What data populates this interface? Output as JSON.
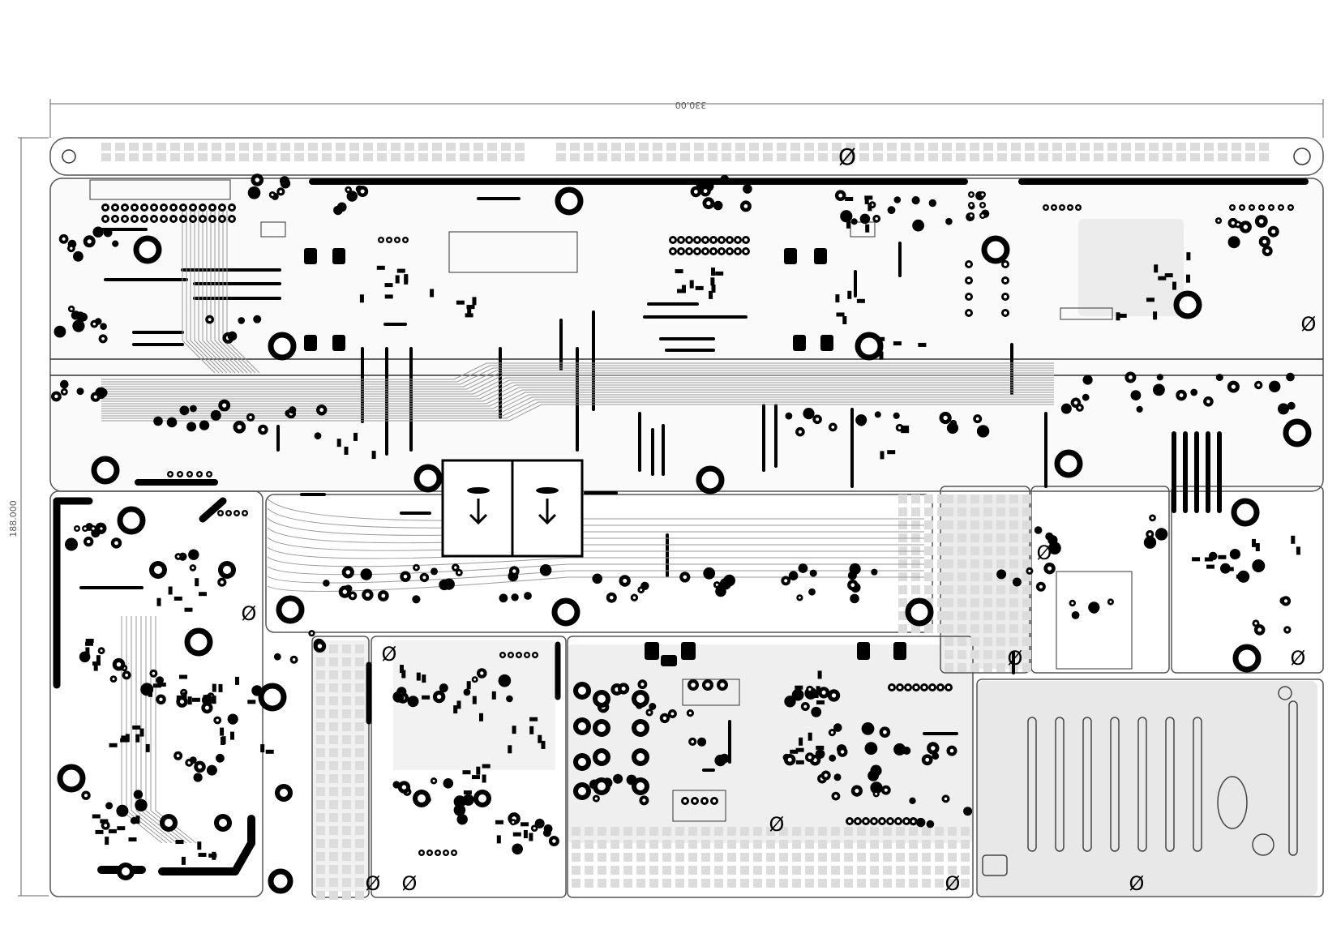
{
  "dimensions": {
    "width_label": "330.00",
    "height_label": "188.000"
  },
  "board": {
    "bg": "#ffffff",
    "copper": "#000000",
    "copper_pour": "#e6e6e6",
    "outline": "#888888",
    "hole_symbol": "Ø"
  },
  "icons": [
    "mounting-hole-icon",
    "hole-mark-icon",
    "transformer-icon",
    "chevron-arrow-icon"
  ]
}
